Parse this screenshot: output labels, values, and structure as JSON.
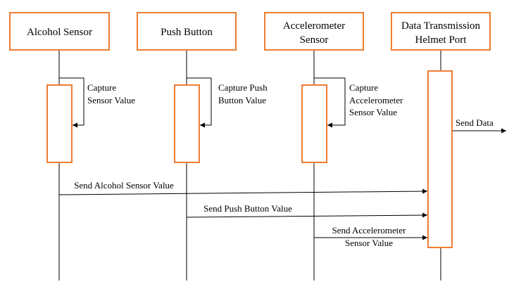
{
  "diagram": {
    "participants": [
      {
        "id": "alcohol",
        "lines": [
          "Alcohol Sensor"
        ]
      },
      {
        "id": "button",
        "lines": [
          "Push Button"
        ]
      },
      {
        "id": "accel",
        "lines": [
          "Accelerometer",
          "Sensor"
        ]
      },
      {
        "id": "port",
        "lines": [
          "Data Transmission",
          "Helmet Port"
        ]
      }
    ],
    "self_messages": [
      {
        "from": "alcohol",
        "lines": [
          "Capture",
          "Sensor Value"
        ]
      },
      {
        "from": "button",
        "lines": [
          "Capture Push",
          "Button Value"
        ]
      },
      {
        "from": "accel",
        "lines": [
          "Capture",
          "Accelerometer",
          "Sensor Value"
        ]
      }
    ],
    "messages": [
      {
        "from": "alcohol",
        "to": "port",
        "lines": [
          "Send Alcohol Sensor Value"
        ]
      },
      {
        "from": "button",
        "to": "port",
        "lines": [
          "Send Push Button Value"
        ]
      },
      {
        "from": "accel",
        "to": "port",
        "lines": [
          "Send Accelerometer",
          "Sensor Value"
        ]
      }
    ],
    "outgoing": {
      "from": "port",
      "lines": [
        "Send Data"
      ]
    },
    "colors": {
      "box_border": "#ed7d31",
      "line": "#000000",
      "background": "#ffffff"
    }
  }
}
